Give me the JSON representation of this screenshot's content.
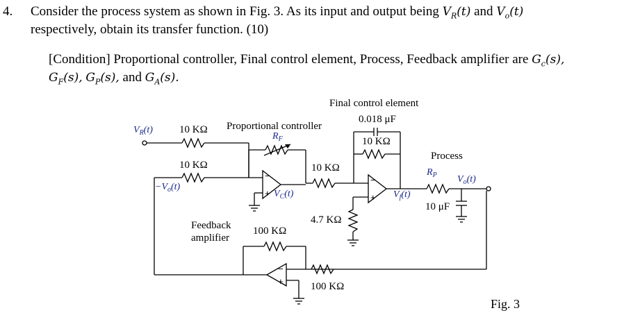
{
  "question": {
    "number": "4.",
    "line1": "Consider the process system as shown in Fig. 3. As its input and output being",
    "line1_var1": "V",
    "line1_var1_sub": "R",
    "line1_var1_arg": "(t)",
    "line1_and": "and",
    "line1_var2": "V",
    "line1_var2_sub": "o",
    "line1_var2_arg": "(t)",
    "line2": "respectively, obtain its transfer function. (10)"
  },
  "condition": {
    "line1": "[Condition] Proportional controller, Final control element, Process, Feedback amplifier are",
    "gc": "G",
    "gc_sub": "c",
    "gc_arg": "(s),",
    "gf": "G",
    "gf_sub": "F",
    "gf_arg": "(s),",
    "gp": "G",
    "gp_sub": "P",
    "gp_arg": "(s),",
    "and": "and",
    "ga": "G",
    "ga_sub": "A",
    "ga_arg": "(s)."
  },
  "diagram": {
    "vr_label": "V",
    "vr_sub": "R",
    "vr_arg": "(t)",
    "r1": "10 KΩ",
    "r2": "10 KΩ",
    "neg_vo": "−V",
    "neg_vo_sub": "o",
    "neg_vo_arg": "(t)",
    "prop_controller": "Proportional controller",
    "rf": "R",
    "rf_sub": "F",
    "vc": "V",
    "vc_sub": "C",
    "vc_arg": "(t)",
    "final_element": "Final control element",
    "cap_fce": "0.018 μF",
    "r_fce_fb": "10 KΩ",
    "r_fce_in": "10 KΩ",
    "r_47": "4.7 KΩ",
    "vf": "V",
    "vf_sub": "f",
    "vf_arg": "(t)",
    "process": "Process",
    "rp": "R",
    "rp_sub": "P",
    "vo": "V",
    "vo_sub": "o",
    "vo_arg": "(t)",
    "cap_proc": "10 μF",
    "feedback": "Feedback",
    "amplifier": "amplifier",
    "r_fb_top": "100 KΩ",
    "r_fb_in": "100 KΩ",
    "plus": "+",
    "minus": "−"
  },
  "figure_label": "Fig. 3"
}
